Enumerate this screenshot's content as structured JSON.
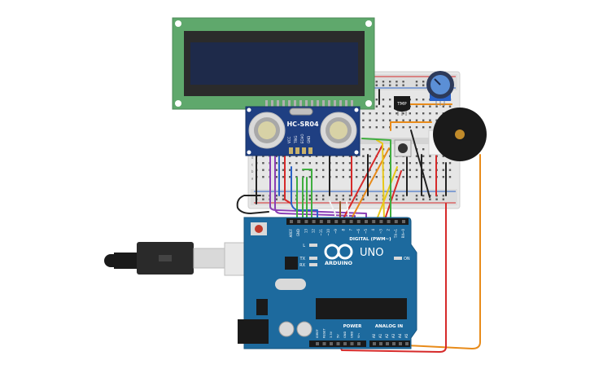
{
  "lcd": {
    "type": "16x2 LCD",
    "backlight": "#1e2a4a",
    "pcb": "#5fa86c"
  },
  "sensor": {
    "model": "HC-SR04",
    "pins": [
      "VCC",
      "TRIG",
      "ECHO",
      "GND"
    ],
    "pcb": "#1f3f82"
  },
  "temp_sensor": {
    "label": "TMP"
  },
  "arduino": {
    "logo": "ARDUINO",
    "model": "UNO",
    "on_label": "ON",
    "digital_label": "DIGITAL (PWM~)",
    "power_label": "POWER",
    "analog_label": "ANALOG IN",
    "led_labels": [
      "L",
      "TX",
      "RX"
    ],
    "power_pins": [
      "IOREF",
      "RESET",
      "3.3V",
      "5V",
      "GND",
      "GND",
      "Vin"
    ],
    "analog_pins": [
      "A0",
      "A1",
      "A2",
      "A3",
      "A4",
      "A5"
    ],
    "digital_pins": [
      "AREF",
      "GND",
      "13",
      "12",
      "~11",
      "~10",
      "~9",
      "8",
      "7",
      "~6",
      "~5",
      "4",
      "~3",
      "2",
      "TX→1",
      "RX←0"
    ],
    "board_color": "#1d6a9e"
  },
  "breadboard": {
    "row_labels": [
      "a",
      "b",
      "c",
      "d",
      "e",
      "f",
      "g",
      "h",
      "i",
      "j"
    ]
  },
  "colors": {
    "red": "#d62a2a",
    "black": "#222222",
    "orange": "#e88b1a",
    "yellow": "#e8c81a",
    "green": "#3fae3f",
    "blue": "#2a62c8",
    "purple": "#8a3fb5",
    "white": "#f2f2f2",
    "brown": "#8a5a2b"
  },
  "icons": [
    "usb-cable-icon",
    "potentiometer-icon",
    "buzzer-icon",
    "pushbutton-icon"
  ]
}
